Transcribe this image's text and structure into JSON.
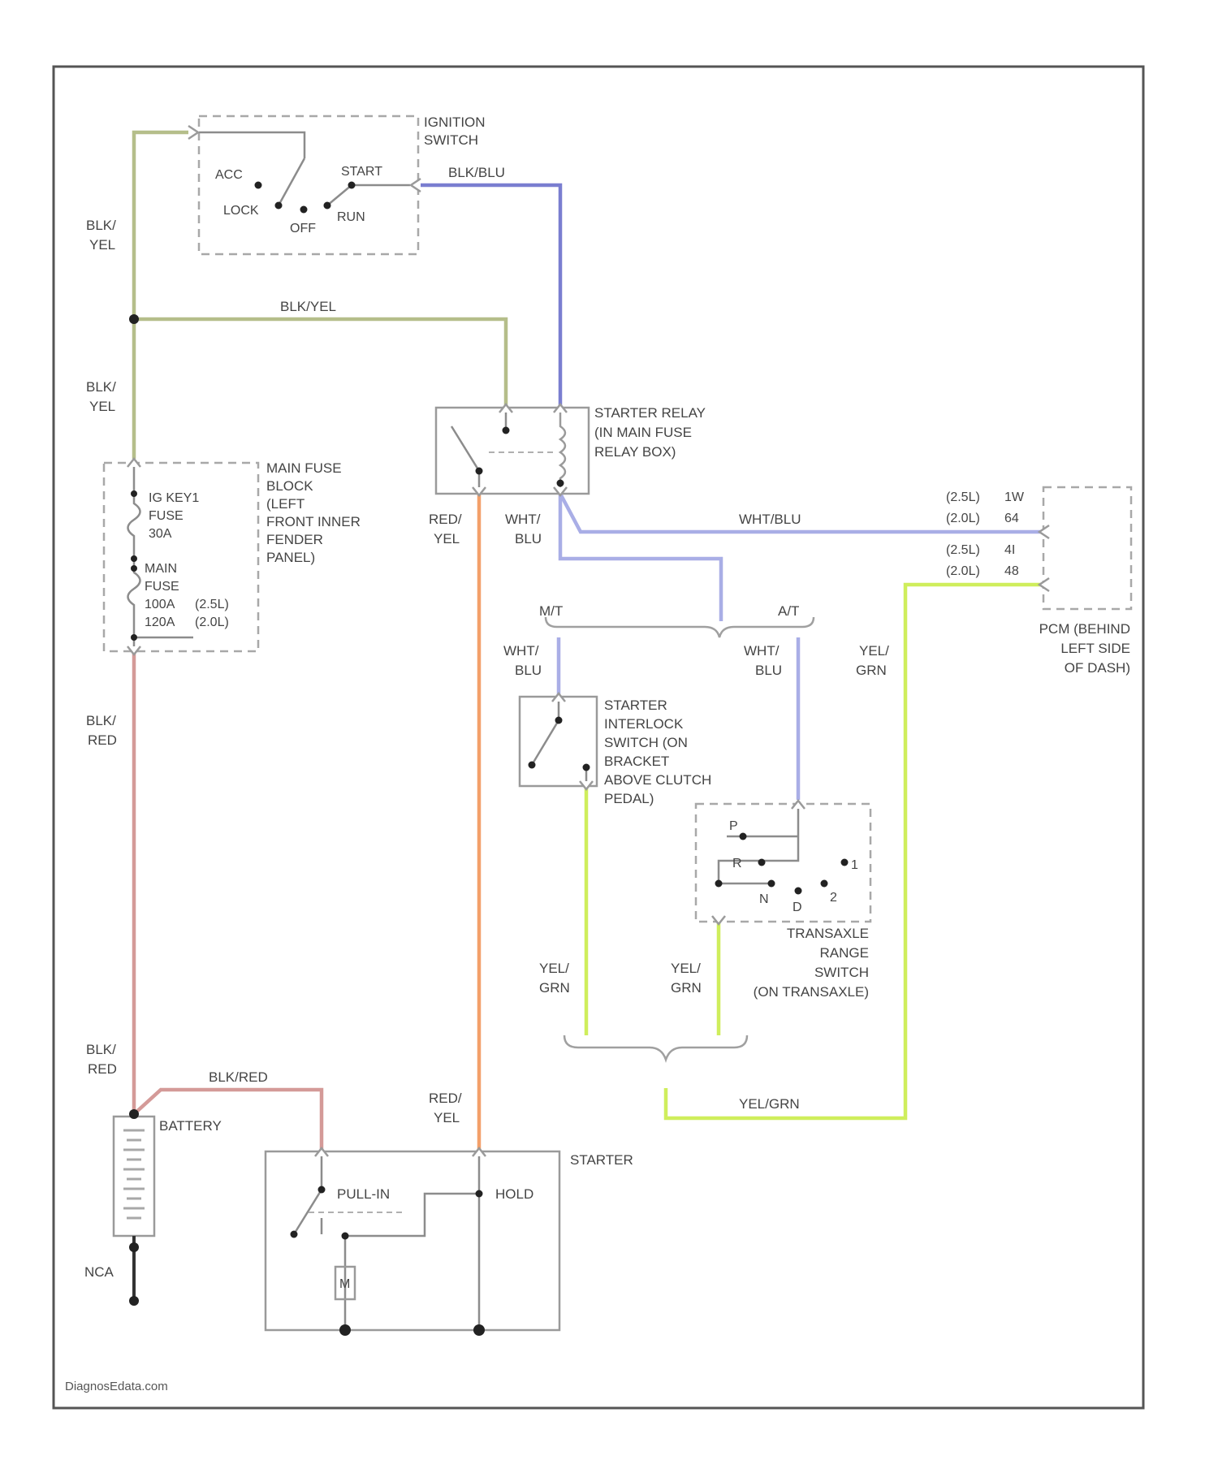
{
  "colors": {
    "blk_yel": "#b5be8a",
    "blk_blu": "#7a7ed0",
    "red_yel": "#f3a06a",
    "wht_blu": "#a9aee6",
    "yel_grn": "#cfee5c",
    "blk_red": "#d49a98",
    "component": "#9a9a9a"
  },
  "ignition_switch": {
    "title_lines": [
      "IGNITION",
      "SWITCH"
    ],
    "positions": {
      "acc": "ACC",
      "lock": "LOCK",
      "off": "OFF",
      "run": "RUN",
      "start": "START"
    }
  },
  "starter_relay": {
    "title_lines": [
      "STARTER RELAY",
      "(IN MAIN FUSE",
      "RELAY BOX)"
    ]
  },
  "main_fuse_block": {
    "title_lines": [
      "MAIN FUSE",
      "BLOCK",
      "(LEFT",
      "FRONT INNER",
      "FENDER",
      "PANEL)"
    ],
    "fuse1_lines": [
      "IG KEY1",
      "FUSE",
      "30A"
    ],
    "fuse2_lines": [
      "MAIN",
      "FUSE",
      "100A"
    ],
    "fuse2_alt": "120A",
    "engine_25": "(2.5L)",
    "engine_20": "(2.0L)"
  },
  "pcm": {
    "title_lines": [
      "PCM (BEHIND",
      "LEFT SIDE",
      "OF DASH)"
    ],
    "pin_rows": [
      {
        "engine": "(2.5L)",
        "pin": "1W"
      },
      {
        "engine": "(2.0L)",
        "pin": "64"
      },
      {
        "engine": "(2.5L)",
        "pin": "4I"
      },
      {
        "engine": "(2.0L)",
        "pin": "48"
      }
    ]
  },
  "interlock_switch": {
    "title_lines": [
      "STARTER",
      "INTERLOCK",
      "SWITCH (ON",
      "BRACKET",
      "ABOVE CLUTCH",
      "PEDAL)"
    ]
  },
  "transaxle_switch": {
    "title_lines": [
      "TRANSAXLE",
      "RANGE",
      "SWITCH",
      "(ON TRANSAXLE)"
    ],
    "positions": {
      "p": "P",
      "r": "R",
      "n": "N",
      "d": "D",
      "two": "2",
      "one": "1"
    }
  },
  "battery": {
    "label": "BATTERY",
    "ground": "NCA"
  },
  "starter": {
    "label": "STARTER",
    "pull_in": "PULL-IN",
    "hold": "HOLD",
    "motor": "M"
  },
  "transmission": {
    "mt": "M/T",
    "at": "A/T"
  },
  "wires": {
    "blk_yel_top": [
      "BLK/",
      "YEL"
    ],
    "blk_yel_mid": [
      "BLK/",
      "YEL"
    ],
    "blk_yel_horiz": "BLK/YEL",
    "blk_blu": "BLK/BLU",
    "blk_red_upper": [
      "BLK/",
      "RED"
    ],
    "blk_red_lower": [
      "BLK/",
      "RED"
    ],
    "blk_red_horiz": "BLK/RED",
    "red_yel_upper": [
      "RED/",
      "YEL"
    ],
    "red_yel_lower": [
      "RED/",
      "YEL"
    ],
    "wht_blu_relay": [
      "WHT/",
      "BLU"
    ],
    "wht_blu_horiz": "WHT/BLU",
    "wht_blu_mt": [
      "WHT/",
      "BLU"
    ],
    "wht_blu_at": [
      "WHT/",
      "BLU"
    ],
    "yel_grn_pcm": [
      "YEL/",
      "GRN"
    ],
    "yel_grn_mt": [
      "YEL/",
      "GRN"
    ],
    "yel_grn_at": [
      "YEL/",
      "GRN"
    ],
    "yel_grn_horiz": "YEL/GRN"
  },
  "watermark": "DiagnosEdata.com"
}
